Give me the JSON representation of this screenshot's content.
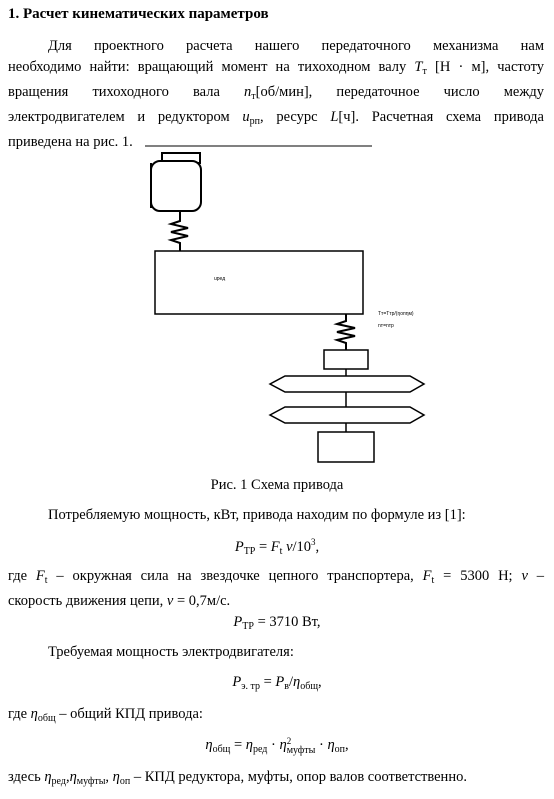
{
  "heading": "1. Расчет кинематических параметров",
  "intro": {
    "line1": "Для проектного расчета нашего передаточного механизма нам",
    "line2_a": "необходимо найти: вращающий момент на тихоходном валу ",
    "line2_sym": "T",
    "line2_sub": "т",
    "line2_b": " [Н · м], частоту",
    "line3_a": "вращения тихоходного вала ",
    "line3_sym": "n",
    "line3_sub": "т",
    "line3_b": "[об/мин], передаточное число между",
    "line4_a": "электродвигателем и редуктором ",
    "line4_sym": "u",
    "line4_sub": "рп",
    "line4_b": ", ресурс ",
    "line4_sym2": "L",
    "line4_c": "[ч]. Расчетная схема привода",
    "line5": "приведена на рис. 1."
  },
  "figure": {
    "reducer_label": "uред",
    "note1": "Tт=Tтр/(ηопηм)",
    "note2": "nт=nтр",
    "caption": "Рис. 1 Схема привода"
  },
  "power_intro": "Потребляемую мощность, кВт, привода находим по формуле из [1]:",
  "formula1": {
    "lhs": "P",
    "lhs_sub": "ТР",
    "rhs_a": " = ",
    "F": "F",
    "F_sub": "t",
    "v": " v",
    "rest": "/10",
    "exp": "3",
    "tail": ","
  },
  "where1": {
    "a": "где ",
    "F": "F",
    "F_sub": "t",
    "b": " – окружная сила на звездочке цепного транспортера, ",
    "F2": "F",
    "F2_sub": "t",
    "c": " = 5300 Н; ",
    "v": "v",
    "d": " –",
    "line2": "скорость движения цепи, ",
    "v2": "v",
    "line2_b": " = 0,7м/с."
  },
  "formula2": {
    "lhs": "P",
    "lhs_sub": "ТР",
    "rhs": " = 3710 Вт,"
  },
  "motor_intro": "Требуемая мощность электродвигателя:",
  "formula3": {
    "lhs": "P",
    "lhs_sub": "э. тр",
    "eq": " = ",
    "P": "P",
    "P_sub": "в",
    "slash": "/",
    "eta": "η",
    "eta_sub": "общ",
    "tail": ","
  },
  "where2": {
    "a": "где ",
    "eta": "η",
    "eta_sub": "общ",
    "b": " – общий КПД привода:"
  },
  "formula4": {
    "lhs": "η",
    "lhs_sub": "общ",
    "eq": " = ",
    "e1": "η",
    "e1_sub": "ред",
    "dot1": " · ",
    "e2": "η",
    "e2_sup": "2",
    "e2_sub": "муфты",
    "dot2": " · ",
    "e3": "η",
    "e3_sub": "оп",
    "tail": ","
  },
  "where3": {
    "a": "здесь ",
    "e1": "η",
    "e1_sub": "ред",
    "c1": ",",
    "e2": "η",
    "e2_sub": "муфты",
    "c2": ",  ",
    "e3": "η",
    "e3_sub": "оп",
    "b": " – КПД редуктора, муфты, опор валов соответственно."
  }
}
